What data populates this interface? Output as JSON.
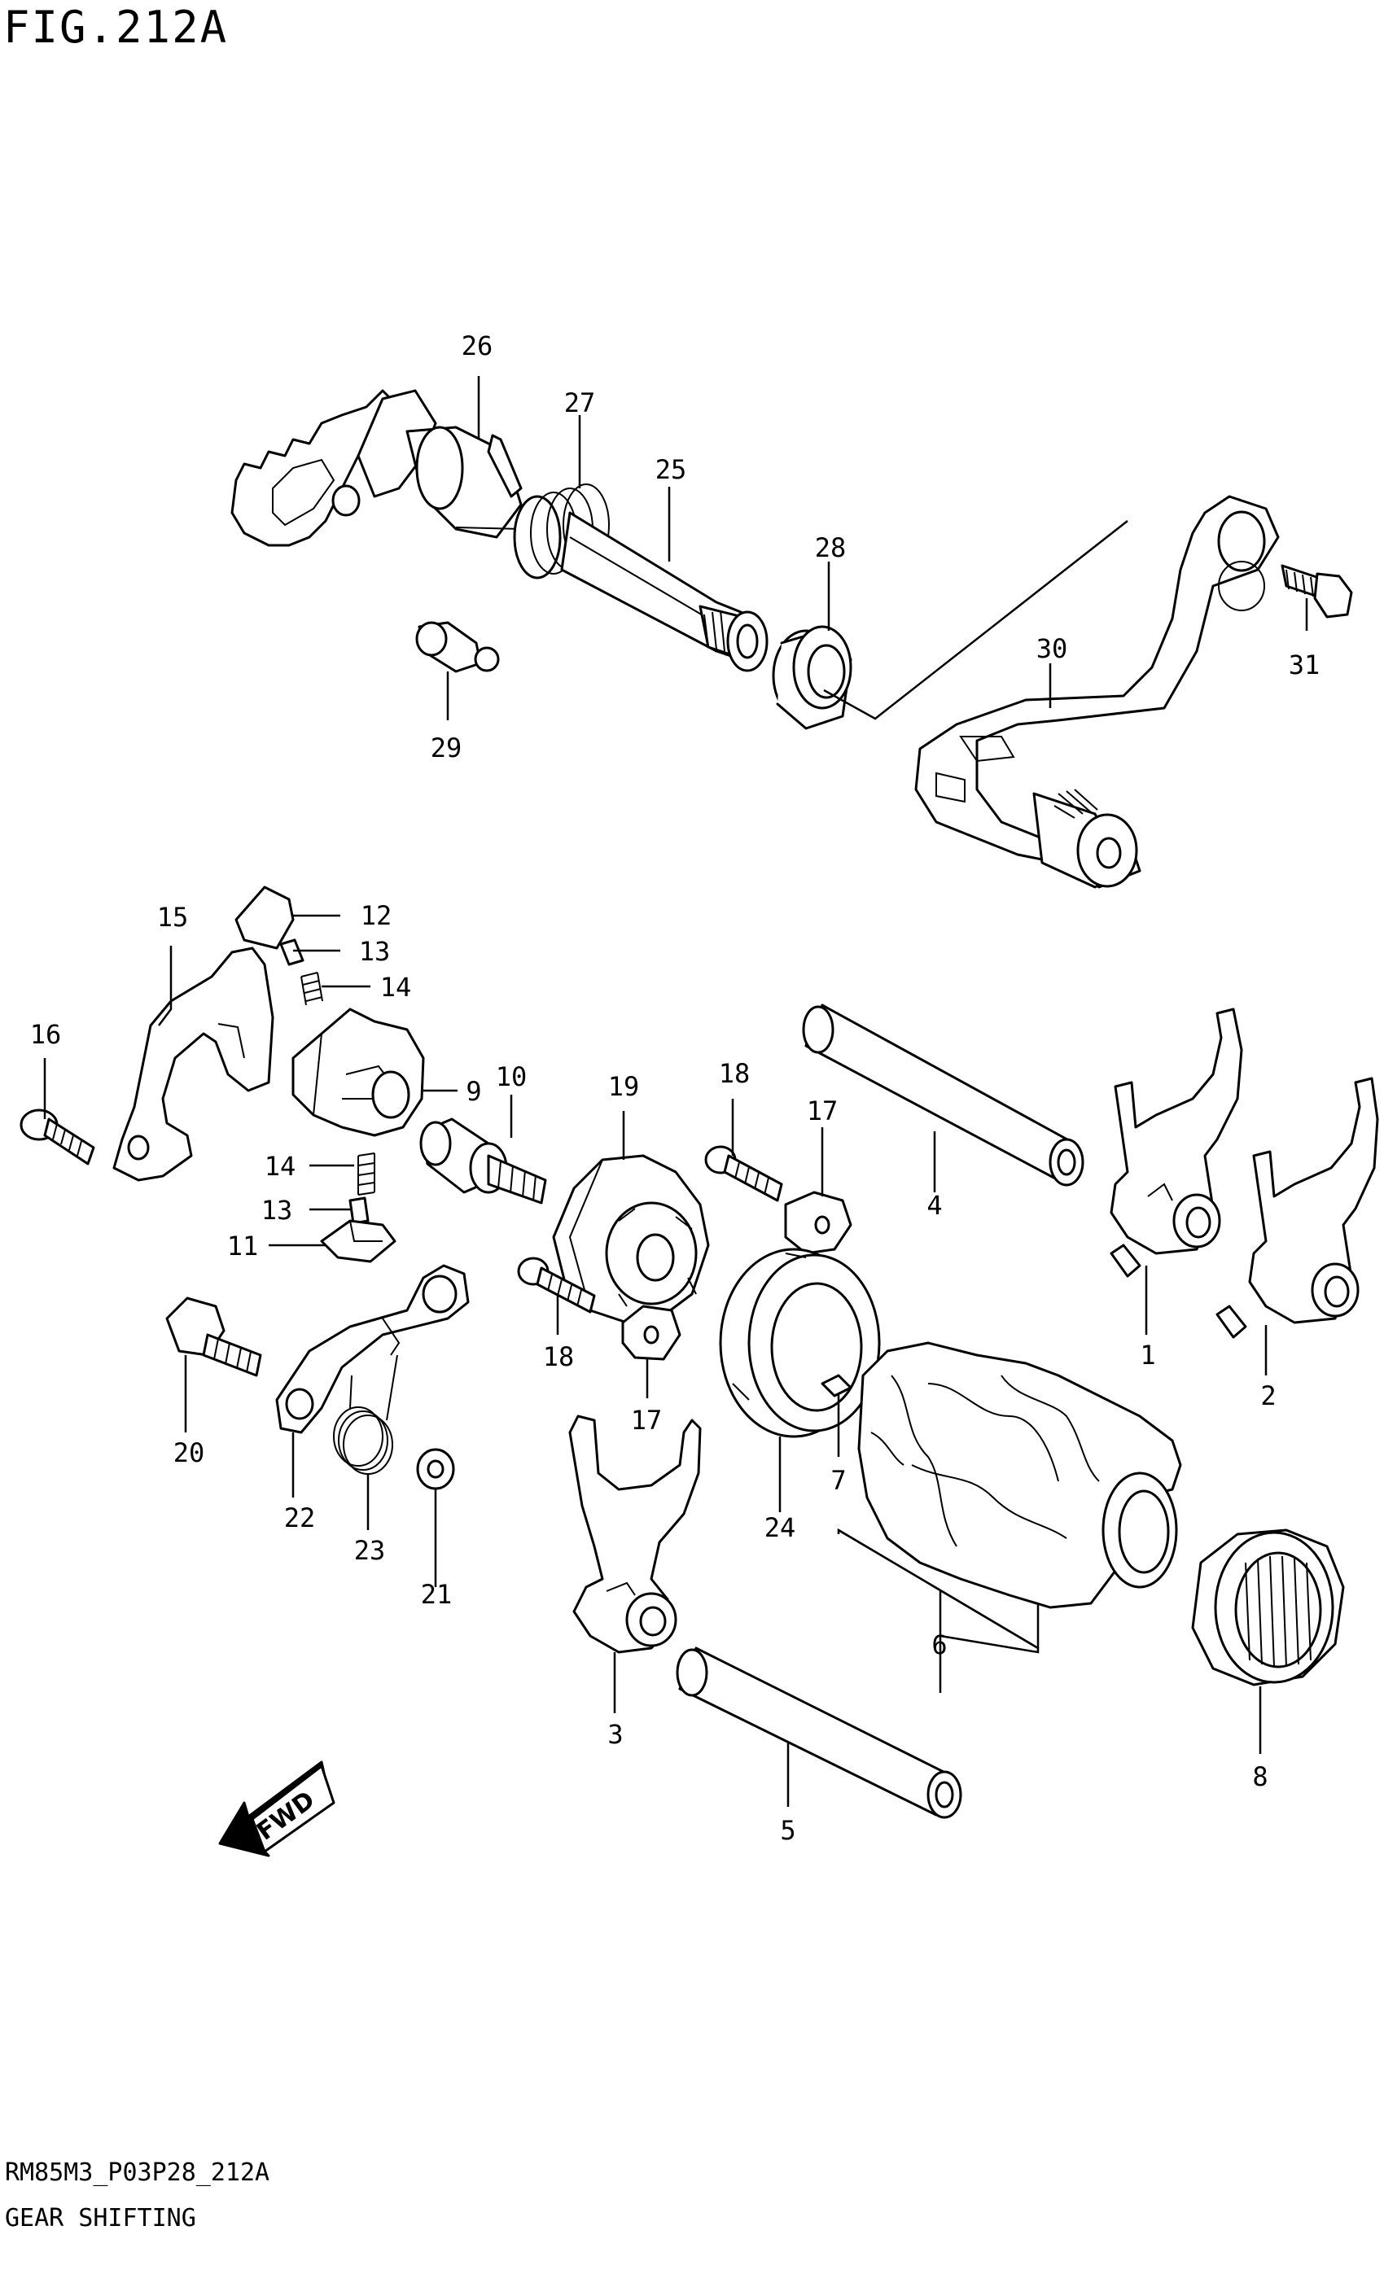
{
  "header": {
    "figure_label": "FIG.212A"
  },
  "footer": {
    "drawing_code": "RM85M3_P03P28_212A",
    "title": "GEAR SHIFTING"
  },
  "direction_arrow": {
    "label": "FWD"
  },
  "callouts": {
    "c1": "1",
    "c2": "2",
    "c3": "3",
    "c4": "4",
    "c5": "5",
    "c6": "6",
    "c7": "7",
    "c8": "8",
    "c9": "9",
    "c10": "10",
    "c11": "11",
    "c12": "12",
    "c13a": "13",
    "c13b": "13",
    "c14a": "14",
    "c14b": "14",
    "c15": "15",
    "c16": "16",
    "c17a": "17",
    "c17b": "17",
    "c18a": "18",
    "c18b": "18",
    "c19": "19",
    "c20": "20",
    "c21": "21",
    "c22": "22",
    "c23": "23",
    "c24": "24",
    "c25": "25",
    "c26": "26",
    "c27": "27",
    "c28": "28",
    "c29": "29",
    "c30": "30",
    "c31": "31"
  }
}
